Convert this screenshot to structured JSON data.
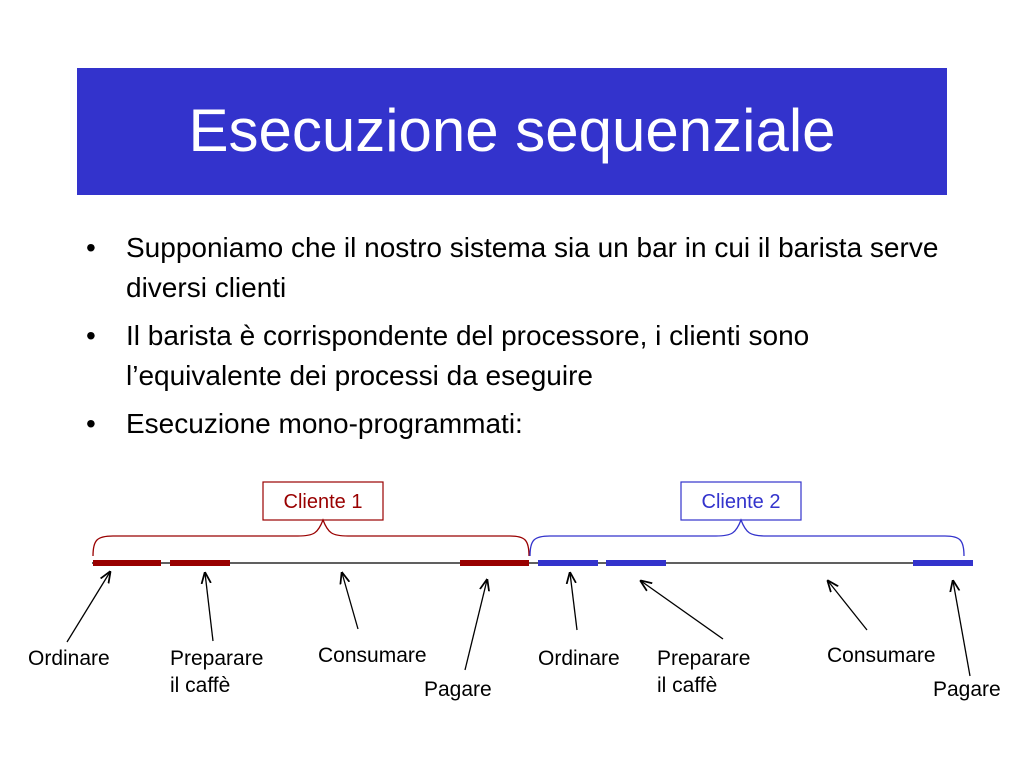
{
  "slide": {
    "title": "Esecuzione sequenziale",
    "bullets": [
      "Supponiamo che il nostro sistema sia un bar in cui il barista serve diversi clienti",
      "Il barista è corrispondente del processore, i clienti sono l’equivalente dei processi da eseguire",
      "Esecuzione mono-programmati:"
    ],
    "bullet_glyph": "•"
  },
  "diagram": {
    "colors": {
      "title_band": "#3333cc",
      "client1": "#990000",
      "client2": "#3333cc",
      "timeline": "#000000"
    },
    "clients": [
      {
        "label": "Cliente 1",
        "color": "#990000",
        "steps": [
          {
            "line1": "Ordinare",
            "line2": ""
          },
          {
            "line1": "Preparare",
            "line2": "il caffè"
          },
          {
            "line1": "Consumare",
            "line2": ""
          },
          {
            "line1": "Pagare",
            "line2": ""
          }
        ]
      },
      {
        "label": "Cliente 2",
        "color": "#3333cc",
        "steps": [
          {
            "line1": "Ordinare",
            "line2": ""
          },
          {
            "line1": "Preparare",
            "line2": "il caffè"
          },
          {
            "line1": "Consumare",
            "line2": ""
          },
          {
            "line1": "Pagare",
            "line2": ""
          }
        ]
      }
    ]
  }
}
